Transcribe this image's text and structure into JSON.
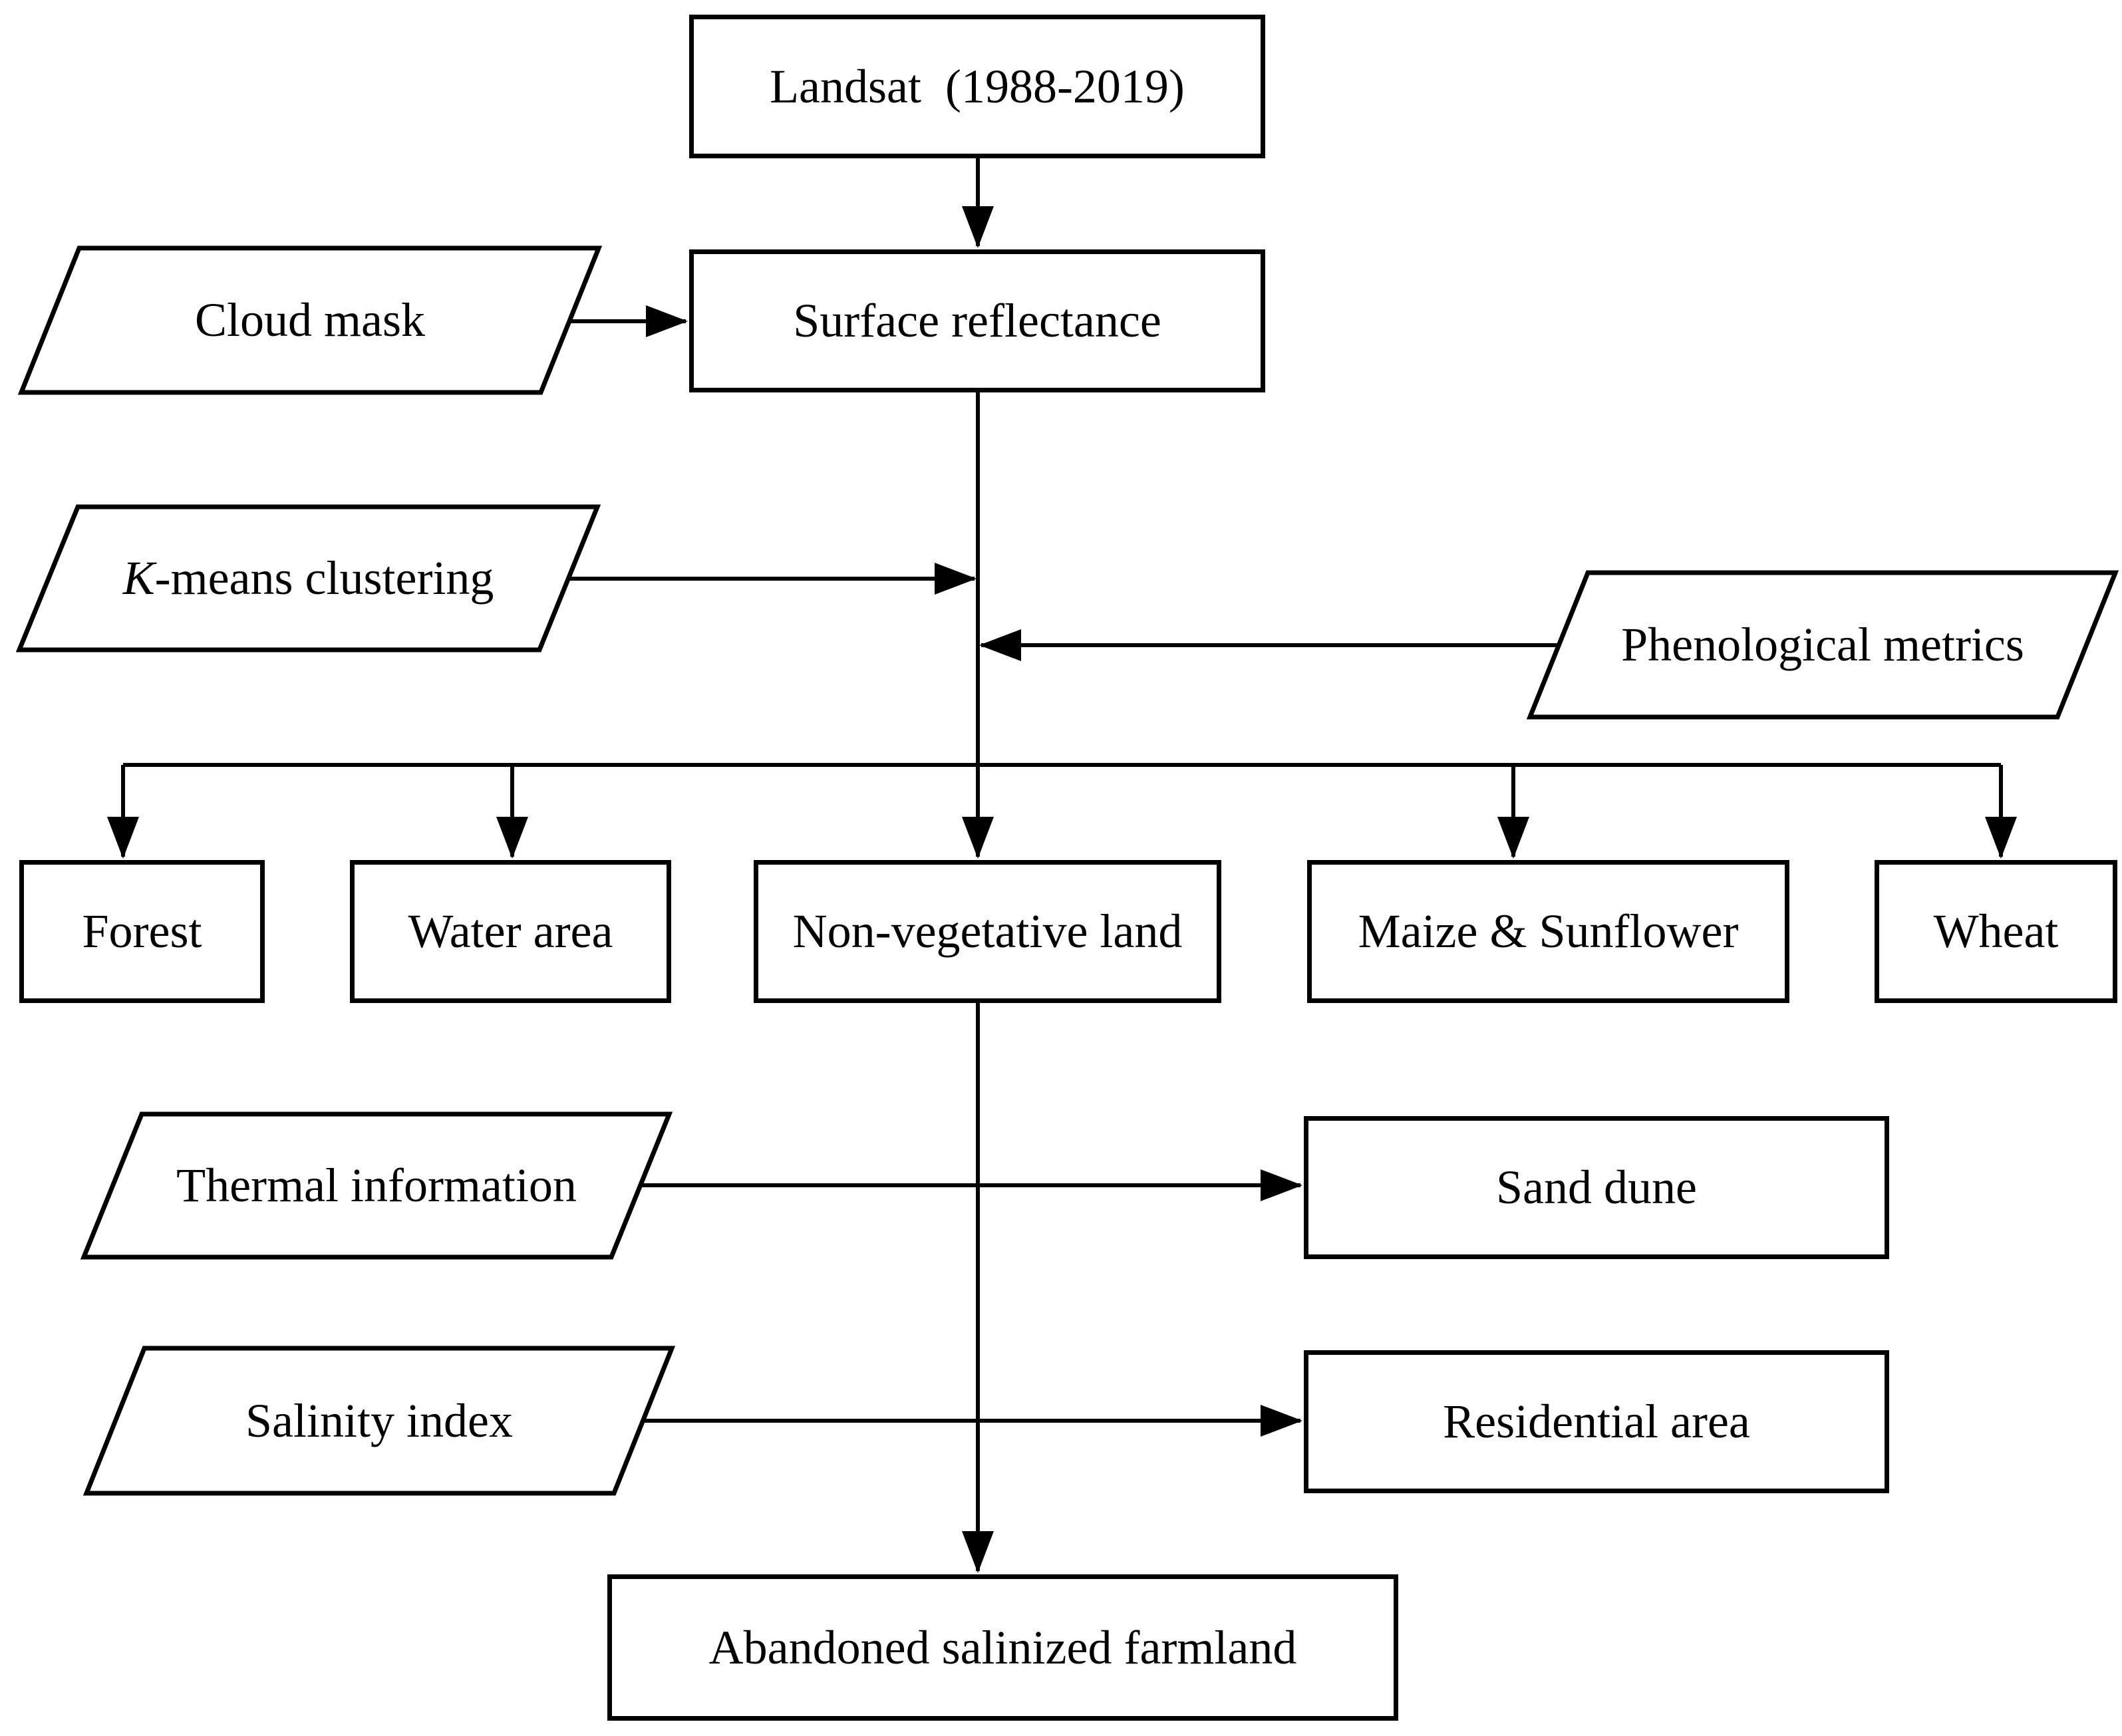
{
  "figure": {
    "type": "flowchart",
    "colors": {
      "line": "#000000",
      "text": "#000000",
      "background": "#ffffff",
      "shape_fill": "#ffffff"
    }
  },
  "nodes": {
    "landsat": {
      "shape": "rectangle",
      "label": "Landsat  (1988-2019)"
    },
    "surface_reflectance": {
      "shape": "rectangle",
      "label": "Surface reflectance"
    },
    "cloud_mask": {
      "shape": "parallelogram",
      "label": "Cloud mask"
    },
    "kmeans_clustering": {
      "shape": "parallelogram",
      "label_italic": "K",
      "label_rest": "-means clustering"
    },
    "phenological_metrics": {
      "shape": "parallelogram",
      "label": "Phenological metrics"
    },
    "forest": {
      "shape": "rectangle",
      "label": "Forest"
    },
    "water_area": {
      "shape": "rectangle",
      "label": "Water area"
    },
    "non_vegetative_land": {
      "shape": "rectangle",
      "label": "Non-vegetative land"
    },
    "maize_sunflower": {
      "shape": "rectangle",
      "label": "Maize & Sunflower"
    },
    "wheat": {
      "shape": "rectangle",
      "label": "Wheat"
    },
    "thermal_information": {
      "shape": "parallelogram",
      "label": "Thermal information"
    },
    "sand_dune": {
      "shape": "rectangle",
      "label": "Sand dune"
    },
    "salinity_index": {
      "shape": "parallelogram",
      "label": "Salinity index"
    },
    "residential_area": {
      "shape": "rectangle",
      "label": "Residential area"
    },
    "abandoned_salinized_farmland": {
      "shape": "rectangle",
      "label": "Abandoned salinized farmland"
    }
  },
  "edges": [
    {
      "from": "landsat",
      "to": "surface_reflectance"
    },
    {
      "from": "cloud_mask",
      "to": "surface_reflectance"
    },
    {
      "from": "kmeans_clustering",
      "to": "classification_flow"
    },
    {
      "from": "phenological_metrics",
      "to": "classification_flow"
    },
    {
      "from": "surface_reflectance",
      "to": "forest"
    },
    {
      "from": "surface_reflectance",
      "to": "water_area"
    },
    {
      "from": "surface_reflectance",
      "to": "non_vegetative_land"
    },
    {
      "from": "surface_reflectance",
      "to": "maize_sunflower"
    },
    {
      "from": "surface_reflectance",
      "to": "wheat"
    },
    {
      "from": "non_vegetative_land",
      "to": "abandoned_salinized_farmland"
    },
    {
      "from": "thermal_information",
      "to": "sand_dune"
    },
    {
      "from": "salinity_index",
      "to": "residential_area"
    }
  ]
}
